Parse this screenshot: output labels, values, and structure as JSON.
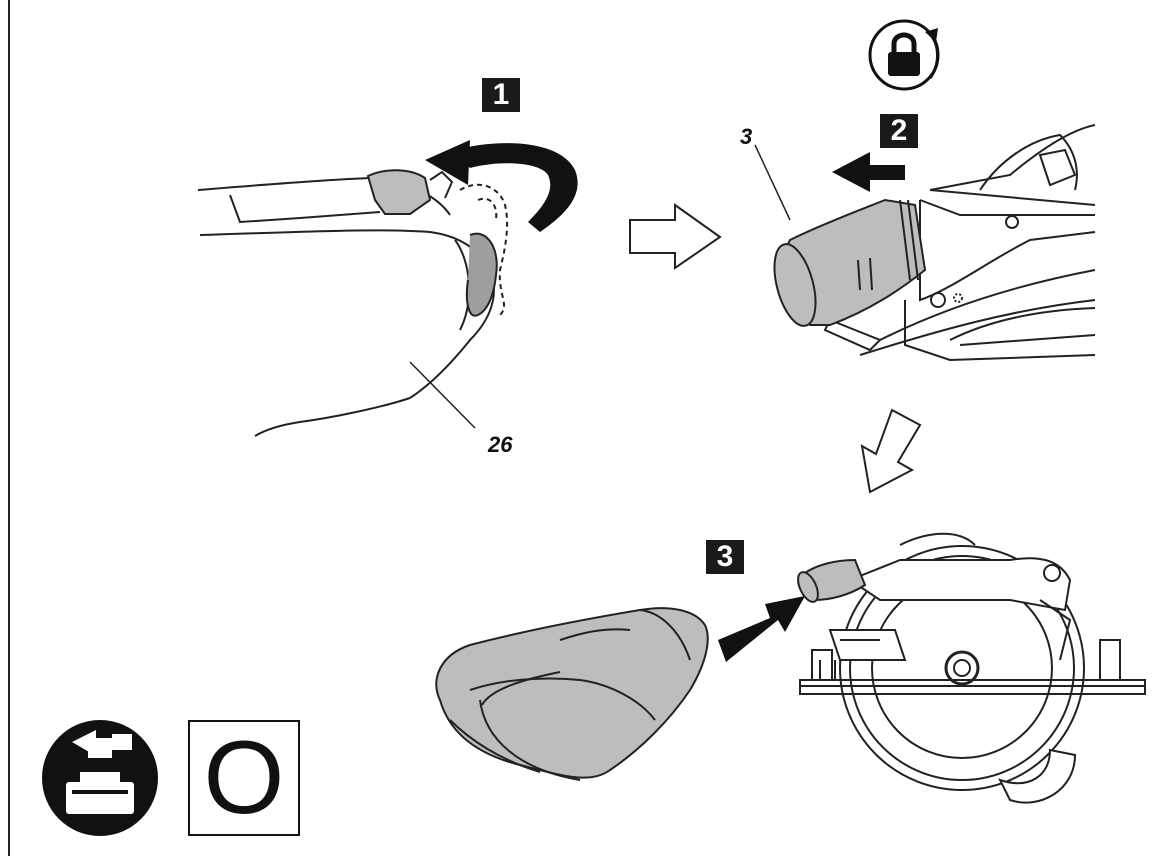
{
  "steps": [
    {
      "label": "1"
    },
    {
      "label": "2"
    },
    {
      "label": "3"
    }
  ],
  "callouts": {
    "part_26": "26",
    "part_3": "3"
  },
  "switch_symbol": "O",
  "icons": {
    "lock": "padlock-rotate-icon",
    "battery_remove": "battery-remove-icon"
  },
  "colors": {
    "line": "#222222",
    "fill_gray": "#bdbdbd",
    "badge": "#1a1a1a"
  }
}
